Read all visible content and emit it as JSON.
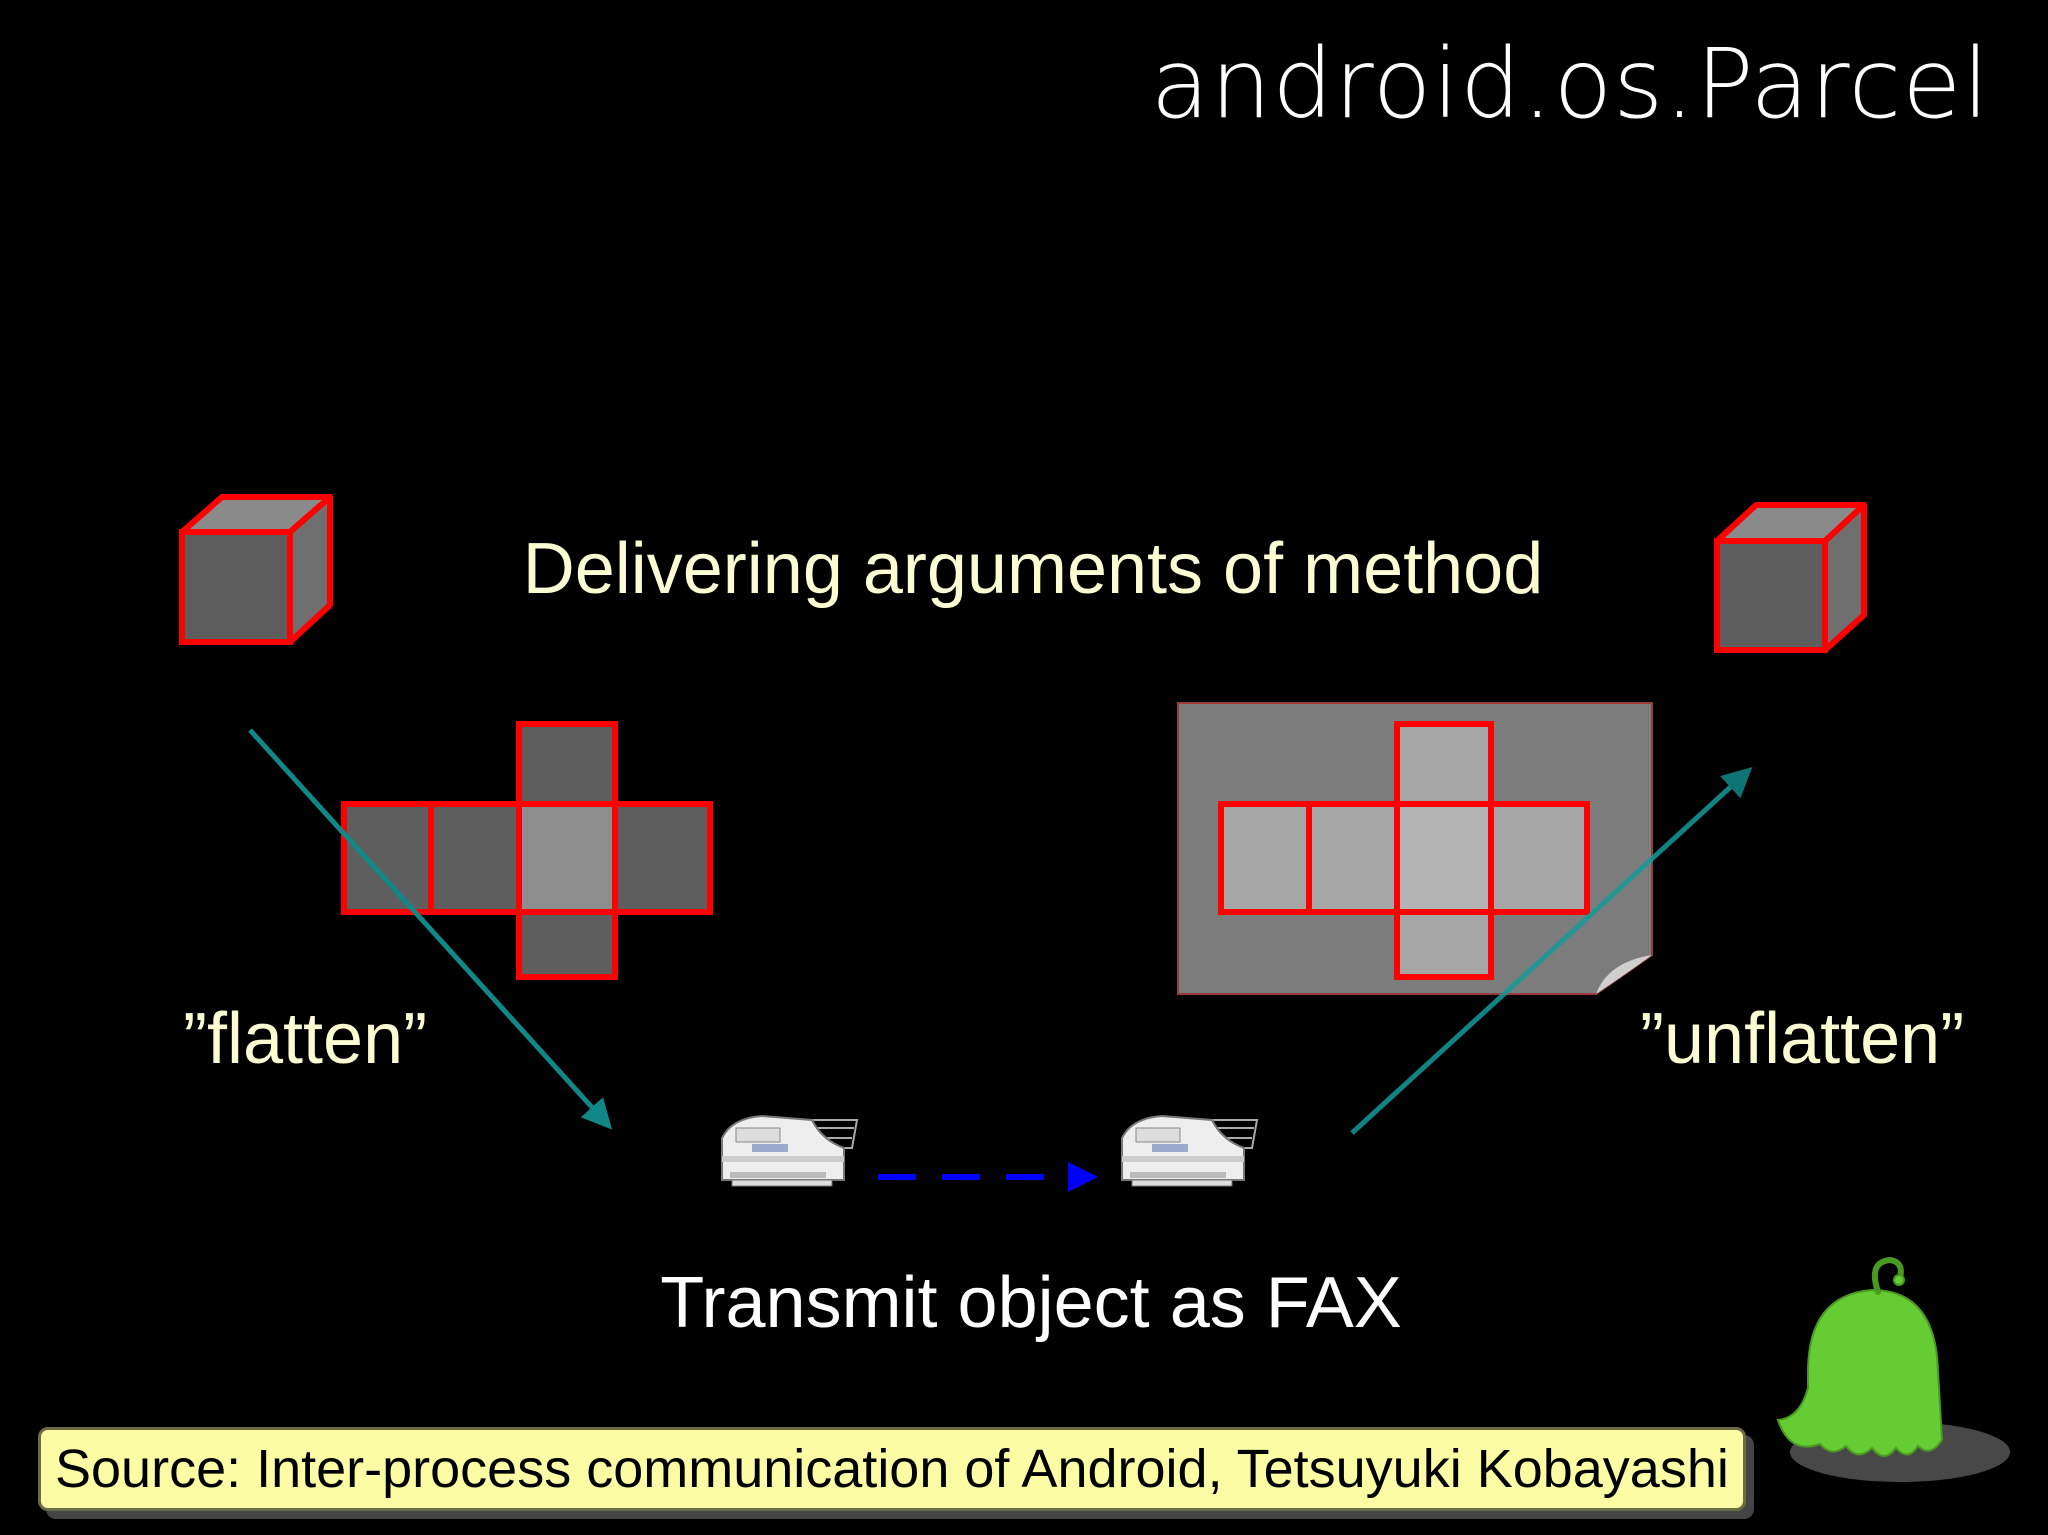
{
  "slide": {
    "title": "android.os.Parcel",
    "subtitle": "Delivering arguments of method",
    "flatten_caption": "”flatten”",
    "unflatten_caption": "”unflatten”",
    "fax_caption": "Transmit object as FAX",
    "source": "Source: Inter-process communication of Android, Tetsuyuki Kobayashi"
  },
  "diagram": {
    "objects": [
      "cube-original",
      "cube-net-flattened",
      "fax-sender",
      "fax-receiver",
      "fax-page-with-net",
      "cube-restored"
    ],
    "icons": [
      "cube-icon",
      "fax-machine-icon",
      "arrow-icon",
      "android-mascot-icon"
    ],
    "colors": {
      "cube_edge": "#ff0000",
      "cube_face": "#5e5e5e",
      "cube_top": "#8a8a8a",
      "arrow_teal": "#108888",
      "arrow_dashed": "#0000ff",
      "caption_text": "#fcfcd2",
      "source_bg": "#fcfca4",
      "mascot_green": "#66cc33"
    }
  }
}
